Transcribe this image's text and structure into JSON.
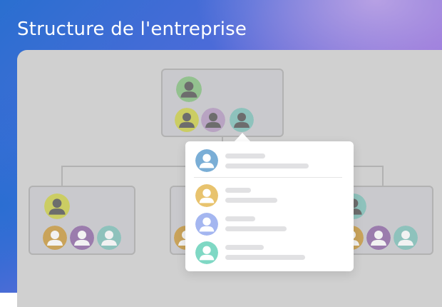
{
  "header": {
    "title": "Structure de l'entreprise"
  },
  "colors": {
    "green": "#93c18f",
    "yellow": "#cbcd63",
    "mauve": "#b8a3c2",
    "teal": "#8ec2bc",
    "orange": "#c9a35a",
    "purple": "#9b7cad",
    "popup_blue": "#7aaed6",
    "popup_yellow": "#e8c36e",
    "popup_periwinkle": "#a4b6f0",
    "popup_teal": "#7fd8c4",
    "silhouette": "#6d6d6d",
    "popup_silhouette": "#ffffff"
  },
  "org_chart": {
    "top_node": {
      "lead_color": "green",
      "members": [
        "yellow",
        "mauve",
        "teal"
      ]
    },
    "left_node": {
      "lead_color": "yellow",
      "members": [
        "orange",
        "purple",
        "teal"
      ]
    },
    "center_node": {},
    "right_node": {
      "lead_color": "teal",
      "members": [
        "orange",
        "purple",
        "teal"
      ]
    }
  },
  "popup": {
    "header_avatar": "popup_blue",
    "members": [
      "popup_yellow",
      "popup_periwinkle",
      "popup_teal"
    ]
  }
}
